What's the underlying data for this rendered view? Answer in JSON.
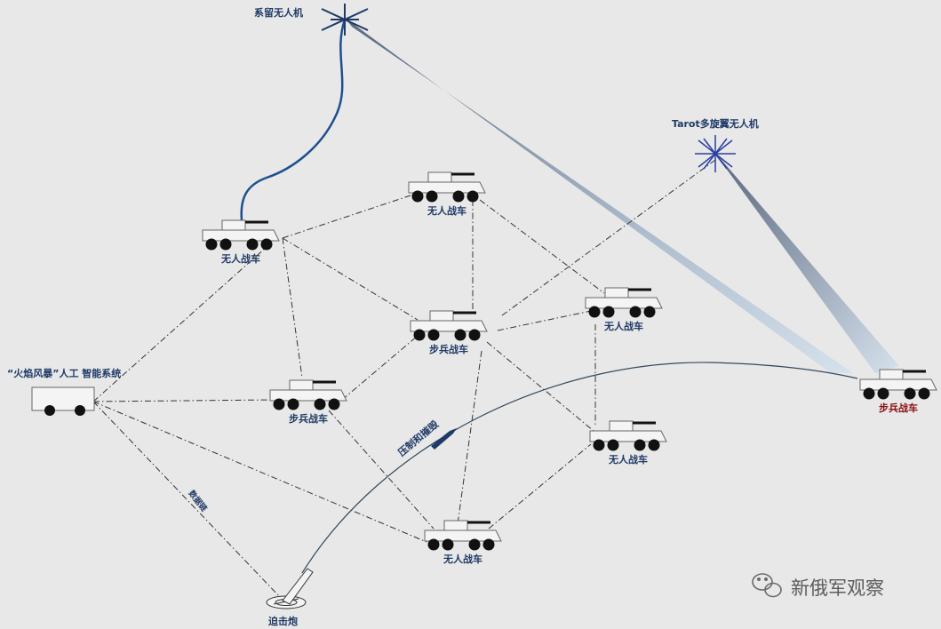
{
  "labels": {
    "tethered_drone": "系留无人机",
    "tarot_drone": "Tarot多旋翼无人机",
    "ai_system": "“火焰风暴”人工 智能系统",
    "ugv_nw": "无人战车",
    "ugv_n": "无人战车",
    "ifv_center": "步兵战车",
    "ugv_ne": "无人战车",
    "ifv_w": "步兵战车",
    "ugv_e": "无人战车",
    "ugv_s": "无人战车",
    "target_ifv": "步兵战车",
    "mortar": "迫击炮",
    "datalink": "数据链",
    "suppress": "压制和摧毁"
  },
  "watermark": "新俄军观察",
  "colors": {
    "background": "#e8e8e8",
    "label_blue": "#1f3a66",
    "target_red": "#8a1010",
    "tether": "#1f4f8f",
    "beam": "#a9bfd4"
  }
}
